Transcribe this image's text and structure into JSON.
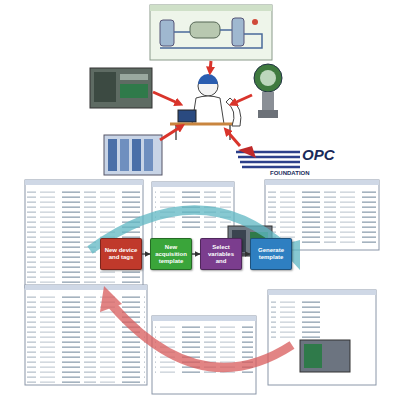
{
  "diagram": {
    "nodes": [
      {
        "text": [
          "New device and tags"
        ]
      },
      {
        "text": [
          "New acquisition template"
        ]
      },
      {
        "text": [
          "Select variables and"
        ]
      },
      {
        "text": [
          "Generate template"
        ]
      }
    ],
    "edges": [
      {
        "from": 0,
        "to": 1,
        "arrow": "to"
      },
      {
        "from": 1,
        "to": 2,
        "arrow": "to"
      },
      {
        "from": 2,
        "to": 3,
        "arrow": "to"
      }
    ],
    "labels": [
      "OPC",
      "FOUNDATION"
    ]
  }
}
